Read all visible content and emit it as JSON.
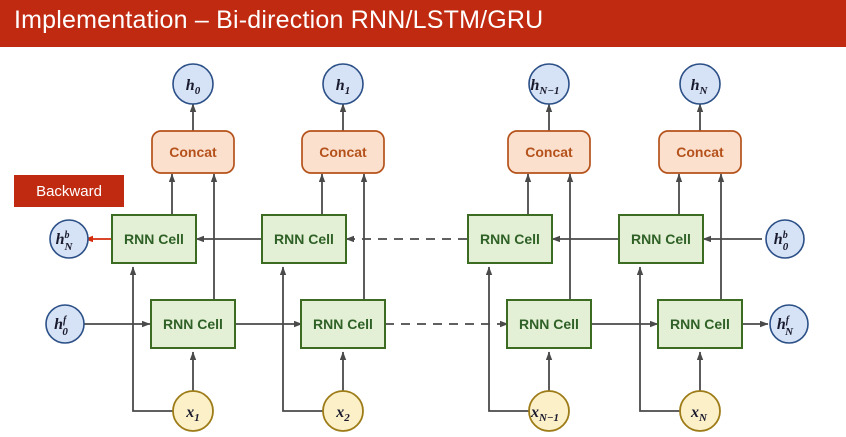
{
  "slide": {
    "title": "Implementation – Bi-direction RNN/LSTM/GRU",
    "title_bar_color": "#BF2A11",
    "background_color": "#FFFFFF"
  },
  "legend": {
    "backward_label": "Backward",
    "backward_color": "#BF2A11"
  },
  "colors": {
    "rnn_cell_fill": "#E3F0D5",
    "rnn_cell_stroke": "#3C6B22",
    "rnn_cell_text": "#2F6127",
    "concat_fill": "#FBE0CE",
    "concat_stroke": "#B5521B",
    "concat_text": "#B5521B",
    "output_node_fill": "#D6E2F5",
    "output_node_stroke": "#2B4F87",
    "input_node_fill": "#FCF0C8",
    "input_node_stroke": "#9D7B17",
    "arrow_color": "#4A4A4A",
    "red_arrow_color": "#D42B0B"
  },
  "diagram": {
    "columns": [
      {
        "index": 0,
        "output_label": "h",
        "output_sub": "0",
        "concat_label": "Concat",
        "backward_cell_label": "RNN Cell",
        "forward_cell_label": "RNN Cell",
        "input_label": "x",
        "input_sub": "1"
      },
      {
        "index": 1,
        "output_label": "h",
        "output_sub": "1",
        "concat_label": "Concat",
        "backward_cell_label": "RNN Cell",
        "forward_cell_label": "RNN Cell",
        "input_label": "x",
        "input_sub": "2"
      },
      {
        "index": 2,
        "output_label": "h",
        "output_sub": "N−1",
        "concat_label": "Concat",
        "backward_cell_label": "RNN Cell",
        "forward_cell_label": "RNN Cell",
        "input_label": "x",
        "input_sub": "N−1"
      },
      {
        "index": 3,
        "output_label": "h",
        "output_sub": "N",
        "concat_label": "Concat",
        "backward_cell_label": "RNN Cell",
        "forward_cell_label": "RNN Cell",
        "input_label": "x",
        "input_sub": "N"
      }
    ],
    "state_nodes": {
      "backward_left": {
        "base": "h",
        "sup": "b",
        "sub": "N"
      },
      "backward_right": {
        "base": "h",
        "sup": "b",
        "sub": "0"
      },
      "forward_left": {
        "base": "h",
        "sup": "f",
        "sub": "0"
      },
      "forward_right": {
        "base": "h",
        "sup": "f",
        "sub": "N"
      }
    },
    "ellipsis_connectors": {
      "style": "dashed",
      "backward_direction": "right-to-left",
      "forward_direction": "left-to-right"
    }
  }
}
